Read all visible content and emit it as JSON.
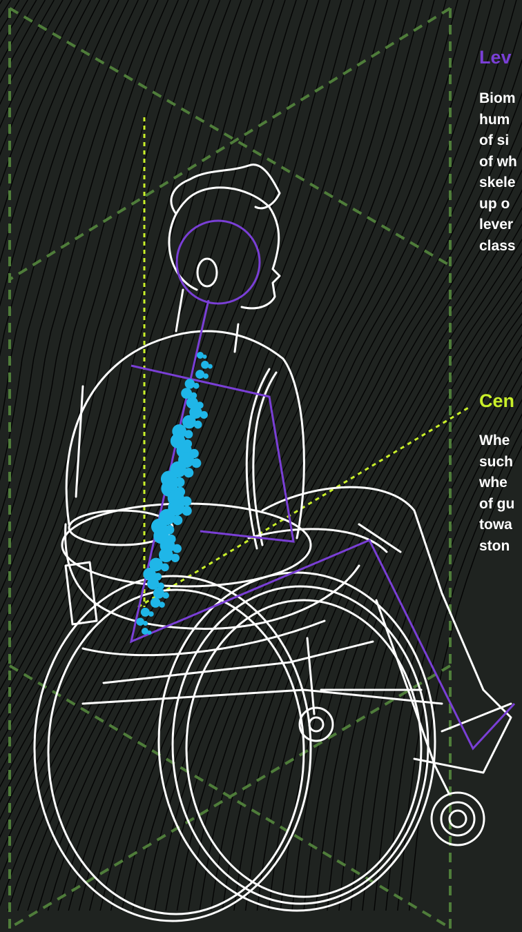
{
  "colors": {
    "background": "#1f2320",
    "line_art": "#ffffff",
    "guide_dash": "#4f7d3a",
    "accent_purple": "#7a3fd6",
    "accent_lime": "#c9f02a",
    "spine_blue": "#1fb6e8"
  },
  "section_levers": {
    "heading": "Lev",
    "body_lines": [
      "Biom",
      "hum",
      "of si",
      "of wh",
      "skele",
      "up o",
      "lever",
      "class"
    ]
  },
  "section_center": {
    "heading": "Cen",
    "body_lines": [
      "Whe",
      "such",
      "whe",
      "of gu",
      "towa",
      "ston"
    ]
  },
  "illustration": {
    "subject": "person seated in wheelchair line drawing",
    "icon": "wheelchair-user-icon"
  }
}
